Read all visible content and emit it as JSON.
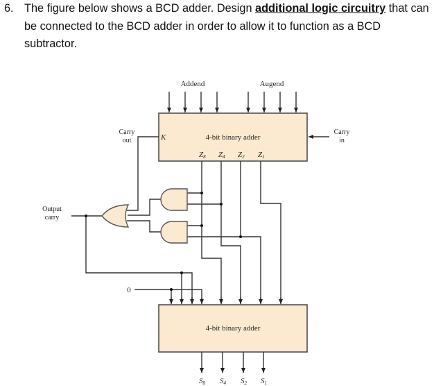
{
  "question": {
    "number": "6.",
    "text_before": "The figure below shows a BCD adder. Design ",
    "emphasis": "additional logic circuitry",
    "text_after": " that can be connected to the BCD adder in order to allow it to function as a BCD subtractor."
  },
  "diagram": {
    "addend_label": "Addend",
    "augend_label": "Augend",
    "carry_out_label": [
      "Carry",
      "out"
    ],
    "carry_in_label": [
      "Carry",
      "in"
    ],
    "output_carry_label": [
      "Output",
      "carry"
    ],
    "k_label": "K",
    "top_adder_label": "4-bit binary adder",
    "bottom_adder_label": "4-bit binary adder",
    "zero_input_label": "0",
    "z_outputs": [
      {
        "l": "Z",
        "s": "8"
      },
      {
        "l": "Z",
        "s": "4"
      },
      {
        "l": "Z",
        "s": "2"
      },
      {
        "l": "Z",
        "s": "1"
      }
    ],
    "s_outputs": [
      {
        "l": "S",
        "s": "8"
      },
      {
        "l": "S",
        "s": "4"
      },
      {
        "l": "S",
        "s": "2"
      },
      {
        "l": "S",
        "s": "1"
      }
    ],
    "colors": {
      "block_fill": "#fbe9d0",
      "wire": "#333333"
    }
  }
}
